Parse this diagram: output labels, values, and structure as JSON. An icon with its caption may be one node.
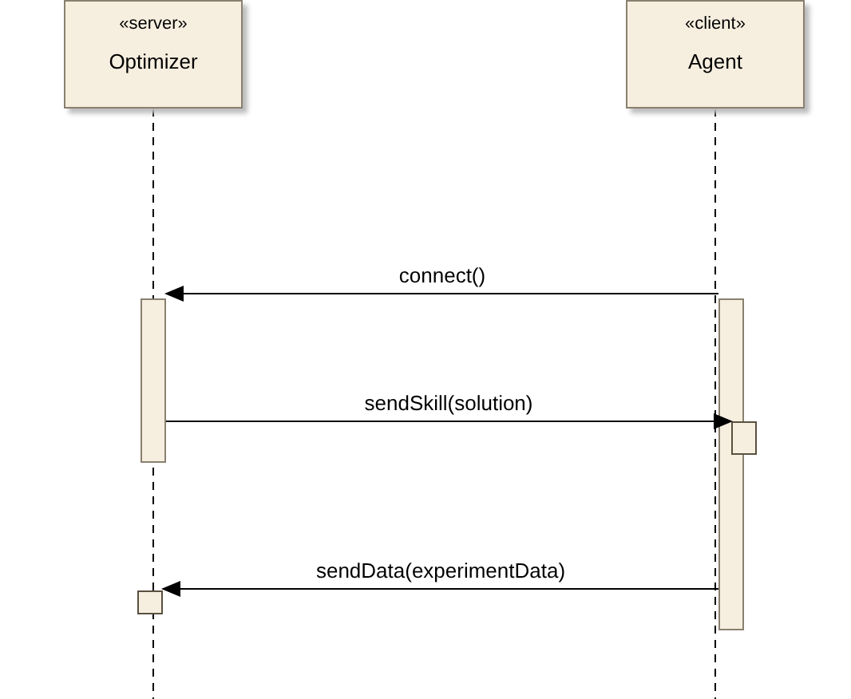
{
  "diagram": {
    "nodes": [
      {
        "text": [
          "«server»",
          "Optimizer"
        ]
      },
      {
        "text": [
          "«client»",
          "Agent"
        ]
      },
      {
        "text": [],
        "shape": "bar"
      },
      {
        "text": [],
        "shape": "bar"
      },
      {
        "text": [],
        "shape": "box"
      },
      {
        "text": [],
        "shape": "box"
      }
    ],
    "edges": [
      {
        "from": 3,
        "to": 2,
        "arrow": "to",
        "label": "connect()"
      },
      {
        "from": 2,
        "to": 4,
        "arrow": "to",
        "label": "sendSkill(solution)"
      },
      {
        "from": 3,
        "to": 5,
        "arrow": "to",
        "label": "sendData(experimentData)"
      }
    ]
  }
}
